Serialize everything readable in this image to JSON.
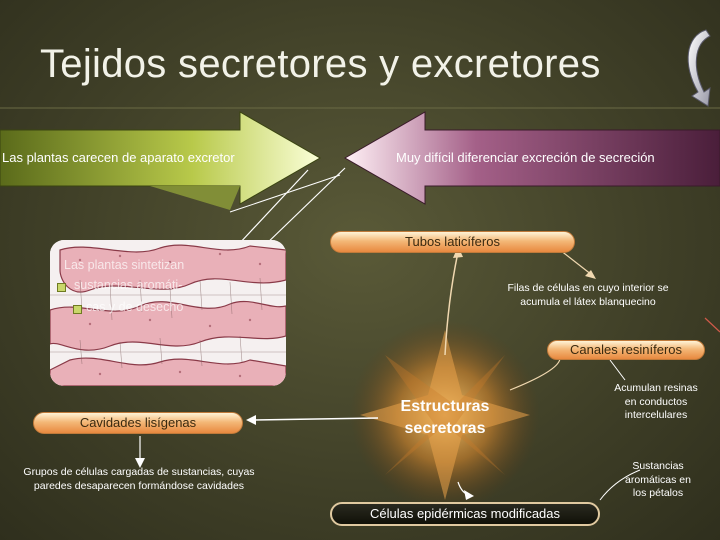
{
  "title": "Tejidos secretores y excretores",
  "arrows": {
    "left_label": "Las plantas carecen de aparato excretor",
    "right_label": "Muy difícil diferenciar excreción de secreción"
  },
  "image_overlay": {
    "lines": [
      "Las plantas sintetizan",
      "sustancias aromáti-",
      "cas y de desecho"
    ]
  },
  "nodes": {
    "tubos": "Tubos laticíferos",
    "tubos_desc": "Filas de células en cuyo interior se acumula el látex blanquecino",
    "canales": "Canales resiníferos",
    "canales_desc": "Acumulan resinas en conductos intercelulares",
    "cavidades": "Cavidades lisígenas",
    "cavidades_desc": "Grupos de células cargadas de sustancias, cuyas paredes desaparecen formándose cavidades",
    "centro": "Estructuras secretoras",
    "epidermicas": "Células epidérmicas modificadas",
    "epidermicas_desc": "Sustancias aromáticas en los pétalos"
  },
  "colors": {
    "accent_peach": "#f4b878",
    "arrow_green": "#cfe08a",
    "arrow_purple": "#6b3a5a"
  },
  "icons": {
    "undo": "curved-arrow-icon"
  }
}
